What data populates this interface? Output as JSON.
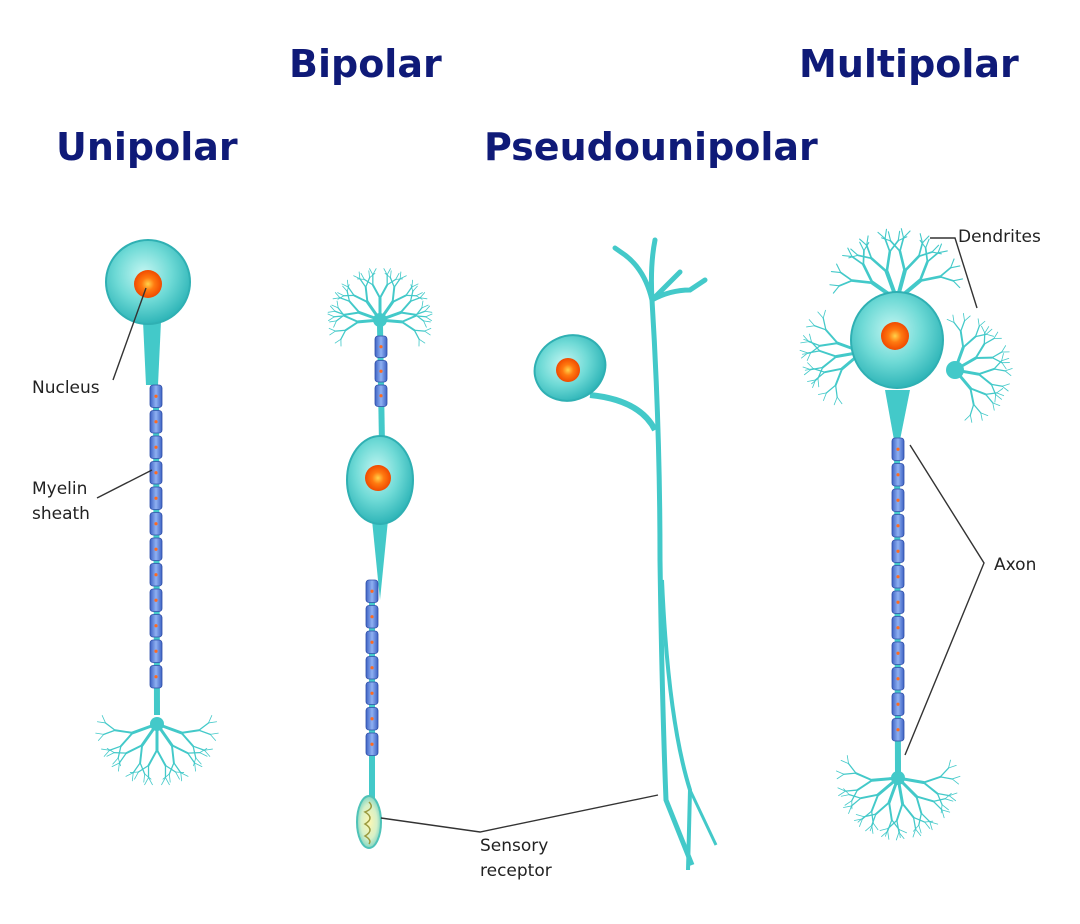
{
  "titles": {
    "bipolar": "Bipolar",
    "multipolar": "Multipolar",
    "unipolar": "Unipolar",
    "pseudounipolar": "Pseudounipolar"
  },
  "labels": {
    "nucleus": "Nucleus",
    "myelin_line1": "Myelin",
    "myelin_line2": "sheath",
    "dendrites": "Dendrites",
    "axon": "Axon",
    "sensory_line1": "Sensory",
    "sensory_line2": "receptor"
  },
  "colors": {
    "title": "#0f1a78",
    "cell_body": "#43c9c9",
    "cell_light": "#aef0ec",
    "nucleus": "#ff5a00",
    "myelin": "#5b7fd6",
    "line": "#333333"
  }
}
